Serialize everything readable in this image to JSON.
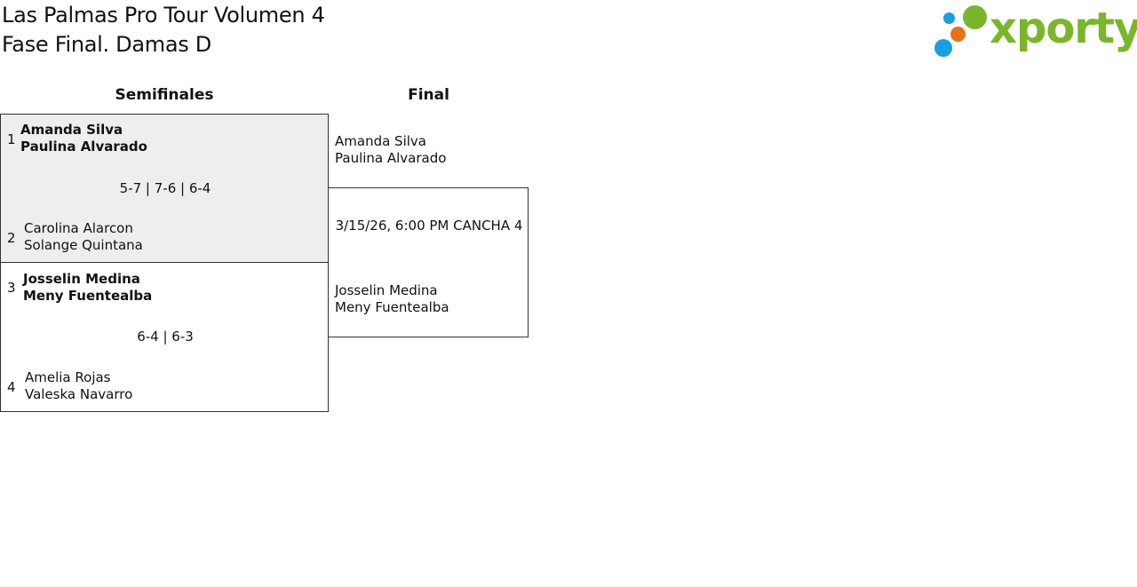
{
  "header": {
    "title_line1": "Las Palmas Pro Tour Volumen 4",
    "title_line2": "Fase Final. Damas D"
  },
  "logo": {
    "text": "xporty",
    "colors": {
      "green": "#7ab52b",
      "blue": "#1a9fe0",
      "orange": "#e8701a"
    }
  },
  "rounds": {
    "semifinal_label": "Semifinales",
    "final_label": "Final"
  },
  "semifinals": [
    {
      "highlight_color": "#eeeeee",
      "top": {
        "seed": "1",
        "player1": "Amanda Silva",
        "player2": "Paulina Alvarado",
        "winner": true
      },
      "score": "5-7 | 7-6 | 6-4",
      "bottom": {
        "seed": "2",
        "player1": "Carolina Alarcon",
        "player2": "Solange Quintana",
        "winner": false
      }
    },
    {
      "top": {
        "seed": "3",
        "player1": "Josselin Medina",
        "player2": "Meny Fuentealba",
        "winner": true
      },
      "score": "6-4 | 6-3",
      "bottom": {
        "seed": "4",
        "player1": "Amelia Rojas",
        "player2": "Valeska Navarro",
        "winner": false
      }
    }
  ],
  "final": {
    "top": {
      "player1": "Amanda Silva",
      "player2": "Paulina Alvarado"
    },
    "schedule": "3/15/26, 6:00 PM CANCHA 4",
    "bottom": {
      "player1": "Josselin Medina",
      "player2": "Meny Fuentealba"
    }
  }
}
